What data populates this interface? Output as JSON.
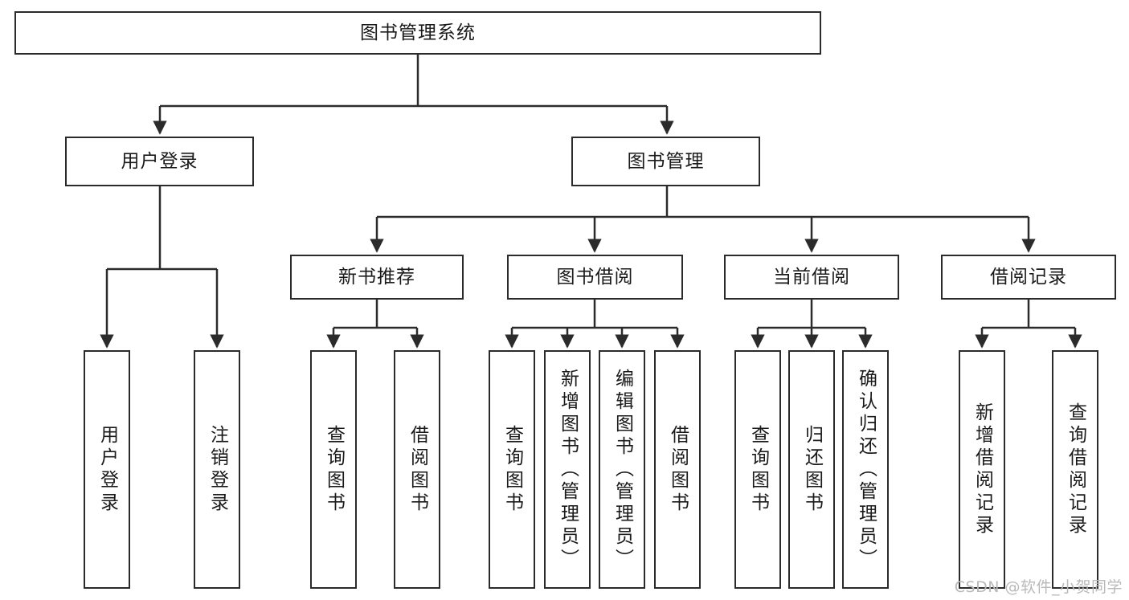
{
  "diagram": {
    "title": "图书管理系统",
    "watermark": "CSDN @软件_小贺同学",
    "line_color": "#2b2b2b",
    "box_fill": "#ffffff",
    "text_color": "#1a1a1a",
    "nodes": {
      "root": {
        "label": "图书管理系统"
      },
      "level2": [
        {
          "key": "user_login",
          "label": "用户登录"
        },
        {
          "key": "book_manage",
          "label": "图书管理"
        }
      ],
      "level3": [
        {
          "key": "new_book_rec",
          "label": "新书推荐"
        },
        {
          "key": "book_borrow",
          "label": "图书借阅"
        },
        {
          "key": "current_borrow",
          "label": "当前借阅"
        },
        {
          "key": "borrow_record",
          "label": "借阅记录"
        }
      ],
      "leaves": {
        "user_login": [
          {
            "key": "leaf_user_login",
            "label": "用户登录"
          },
          {
            "key": "leaf_logout",
            "label": "注销登录"
          }
        ],
        "new_book_rec": [
          {
            "key": "leaf_query_book_1",
            "label": "查询图书"
          },
          {
            "key": "leaf_borrow_book_1",
            "label": "借阅图书"
          }
        ],
        "book_borrow": [
          {
            "key": "leaf_query_book_2",
            "label": "查询图书"
          },
          {
            "key": "leaf_add_book",
            "label": "新增图书（管理员）"
          },
          {
            "key": "leaf_edit_book",
            "label": "编辑图书（管理员）"
          },
          {
            "key": "leaf_borrow_book_2",
            "label": "借阅图书"
          }
        ],
        "current_borrow": [
          {
            "key": "leaf_query_book_3",
            "label": "查询图书"
          },
          {
            "key": "leaf_return_book",
            "label": "归还图书"
          },
          {
            "key": "leaf_confirm_return",
            "label": "确认归还（管理员）"
          }
        ],
        "borrow_record": [
          {
            "key": "leaf_add_record",
            "label": "新增借阅记录"
          },
          {
            "key": "leaf_query_record",
            "label": "查询借阅记录"
          }
        ]
      }
    }
  }
}
